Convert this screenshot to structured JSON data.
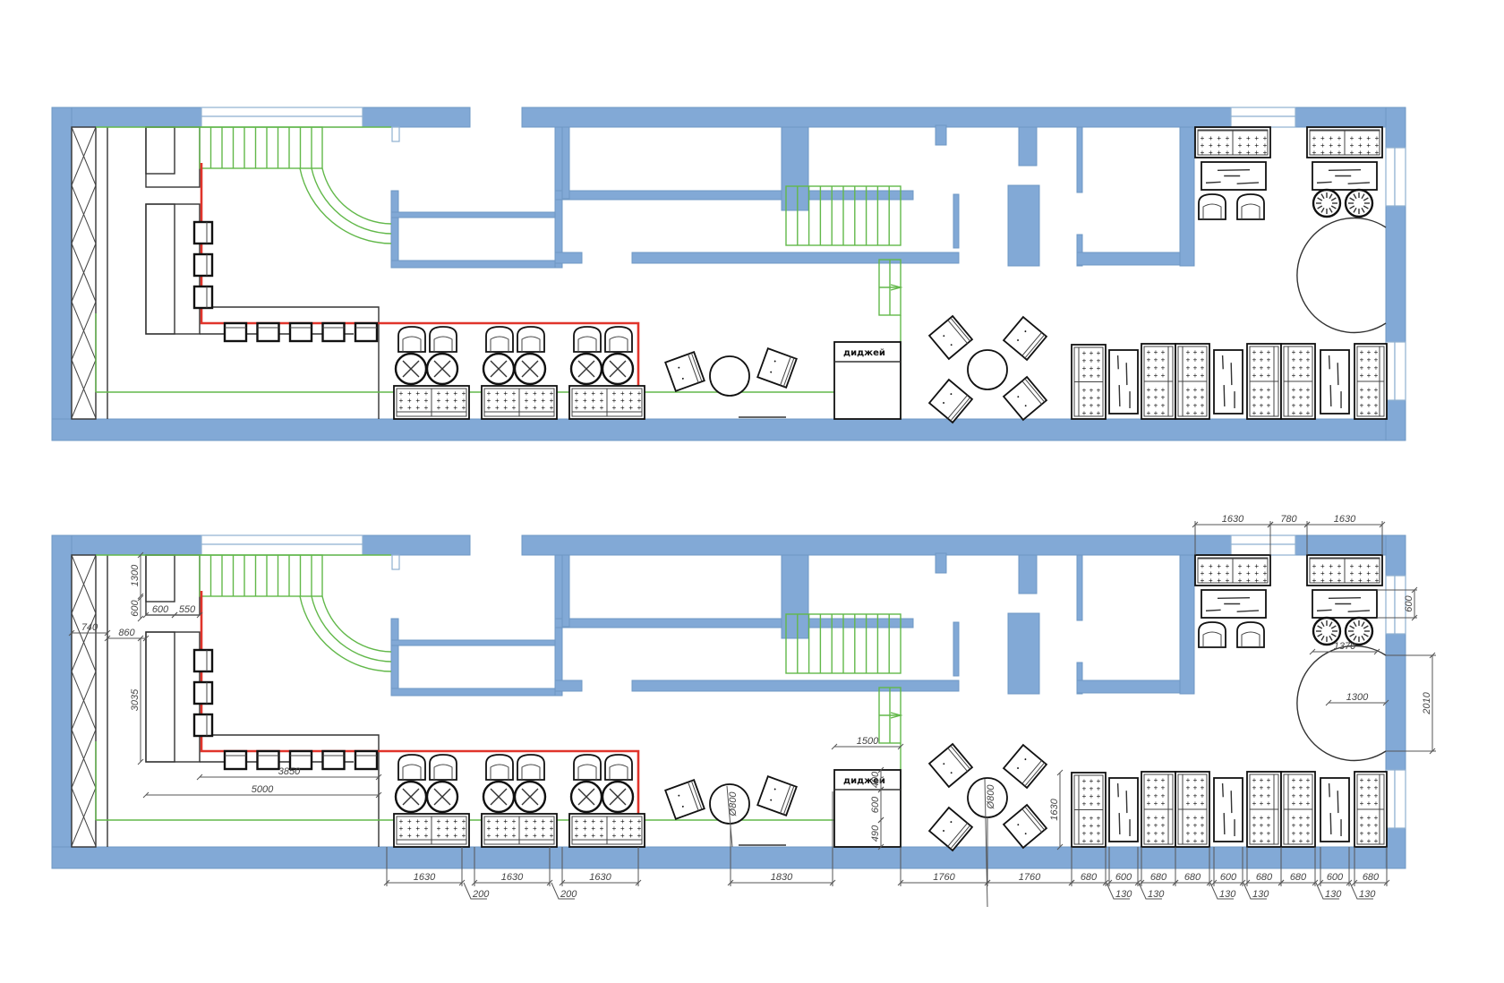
{
  "drawing": {
    "title": "Floor plan – furniture layout",
    "plans": [
      {
        "name": "plan-furniture",
        "dimensioned": false
      },
      {
        "name": "plan-dimensioned",
        "dimensioned": true
      }
    ],
    "colors": {
      "wall": "#82a9d6",
      "stairs": "#62b84a",
      "bar_counter_line": "#e0342b",
      "furniture": "#111111"
    },
    "labels": {
      "dj_booth": "диджей"
    },
    "dimensions": {
      "left": {
        "d1300": "1300",
        "d600_v": "600",
        "d600_h": "600",
        "d550": "550",
        "d740": "740",
        "d860": "860",
        "d3035": "3035",
        "d3850": "3850",
        "d5000": "5000"
      },
      "bottom": {
        "booth1": "1630",
        "booth2": "1630",
        "booth3": "1630",
        "gap1": "200",
        "gap2": "200",
        "lounge": "1830",
        "dj_to_table": "1760",
        "table_to_sofa": "1760",
        "sofa_row": [
          "680",
          "600",
          "680",
          "680",
          "600",
          "680",
          "680",
          "600",
          "680"
        ],
        "sofa_gaps": [
          "130",
          "130",
          "130",
          "130",
          "130",
          "130"
        ]
      },
      "dj": {
        "width": "1500",
        "h400": "400",
        "h600": "600",
        "h490": "490"
      },
      "tables": {
        "round_table_1": "Ø800",
        "round_table_2": "Ø800"
      },
      "right": {
        "top_sofa_1": "1630",
        "gap": "780",
        "top_sofa_2": "1630",
        "coffee_table": "600",
        "pouf_row": "1370",
        "half_round": "1300",
        "half_round_height": "2010",
        "side_sofa": "1630"
      }
    }
  }
}
